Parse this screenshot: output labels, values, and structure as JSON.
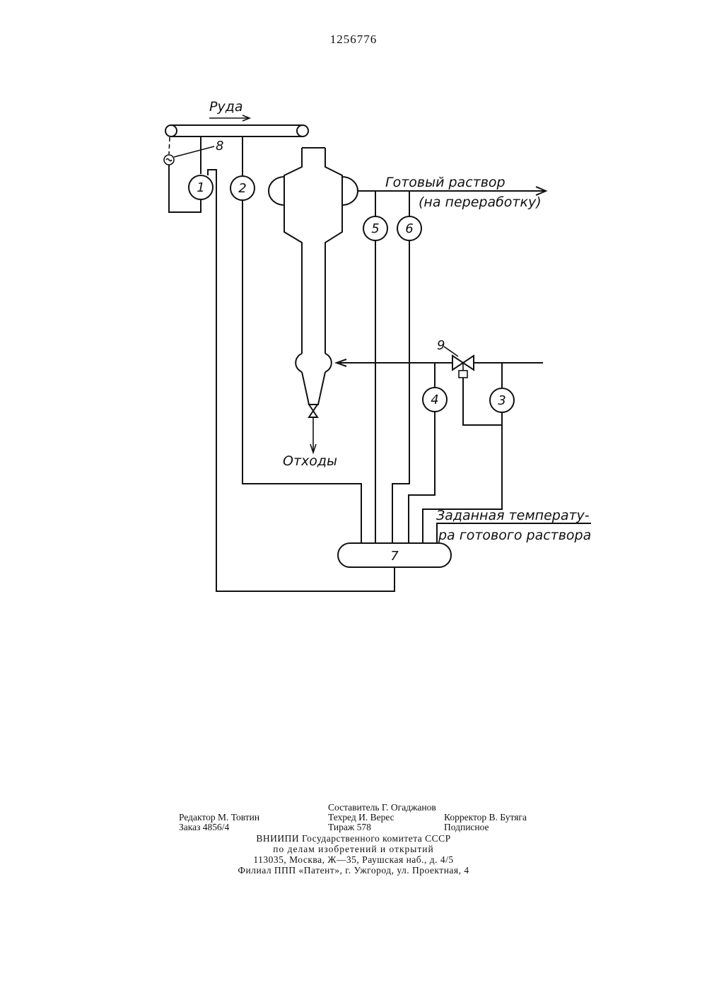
{
  "patent_number": "1256776",
  "diagram": {
    "labels": {
      "ore": "Руда",
      "ready_solution": "Готовый раствор",
      "to_processing": "(на переработку)",
      "waste": "Отходы",
      "set_temp_line1": "Заданная температу-",
      "set_temp_line2": "ра готового раствора"
    },
    "instruments": [
      "1",
      "2",
      "3",
      "4",
      "5",
      "6",
      "7",
      "8",
      "9"
    ]
  },
  "imprint": {
    "composer": "Составитель Г. Огаджанов",
    "editor": "Редактор М. Товтин",
    "techred": "Техред И. Верес",
    "corrector": "Корректор В. Бутяга",
    "order": "Заказ 4856/4",
    "circulation": "Тираж 578",
    "subscription": "Подписное",
    "org_line1": "ВНИИПИ Государственного комитета СССР",
    "org_line2": "по делам изобретений и открытий",
    "address": "113035, Москва, Ж—35, Раушская наб., д. 4/5",
    "branch": "Филиал ППП «Патент», г. Ужгород, ул. Проектная, 4"
  }
}
